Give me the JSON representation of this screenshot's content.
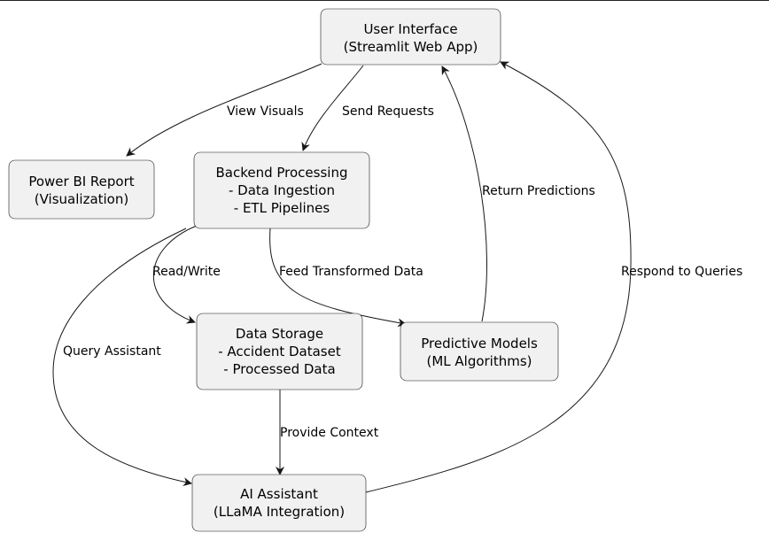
{
  "nodes": {
    "ui": [
      "User Interface",
      "(Streamlit Web App)"
    ],
    "powerbi": [
      "Power BI Report",
      "(Visualization)"
    ],
    "backend": [
      "Backend Processing",
      "- Data Ingestion",
      "- ETL Pipelines"
    ],
    "storage": [
      "Data Storage",
      "- Accident Dataset",
      "- Processed Data"
    ],
    "models": [
      "Predictive Models",
      "(ML Algorithms)"
    ],
    "ai": [
      "AI Assistant",
      "(LLaMA Integration)"
    ]
  },
  "edges": {
    "view_visuals": "View Visuals",
    "send_requests": "Send Requests",
    "return_predictions": "Return Predictions",
    "respond_queries": "Respond to Queries",
    "read_write": "Read/Write",
    "feed_transformed": "Feed Transformed Data",
    "query_assistant": "Query Assistant",
    "provide_context": "Provide Context"
  }
}
